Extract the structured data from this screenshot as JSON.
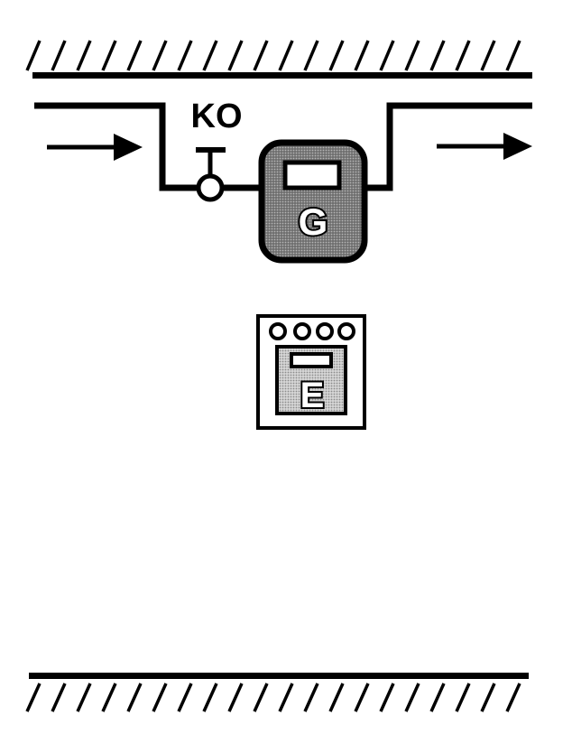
{
  "diagram": {
    "valve_label": "KO",
    "gas_meter_label": "G",
    "electric_meter_label": "E"
  },
  "colors": {
    "line": "#000000",
    "background": "#ffffff",
    "gas_meter_fill": "#8a8a8a",
    "electric_meter_fill": "#bdbdbd"
  },
  "icons": {
    "ceiling": "hatched-ceiling",
    "floor": "hatched-floor",
    "inflow": "arrow-right-icon",
    "outflow": "arrow-right-icon",
    "valve": "shutoff-valve-icon",
    "gas_meter": "gas-meter-icon",
    "electric_meter": "electric-meter-icon"
  }
}
